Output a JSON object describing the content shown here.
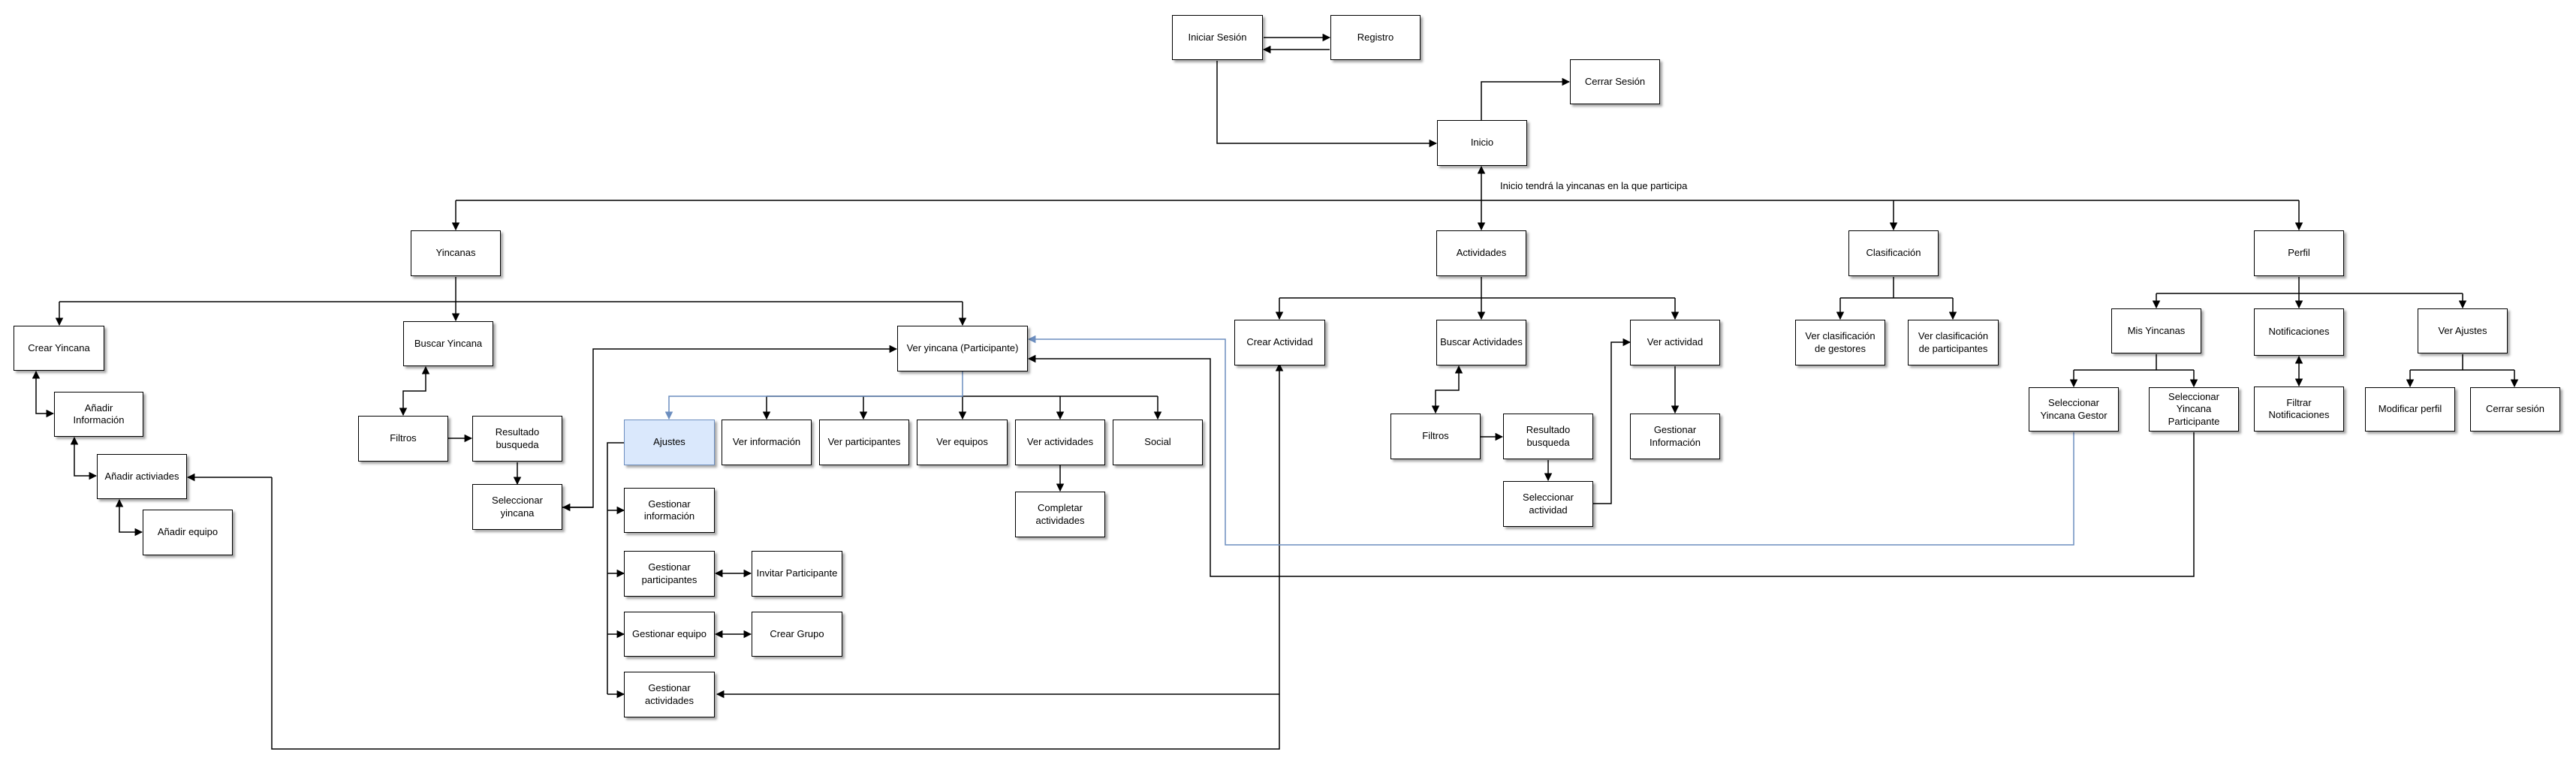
{
  "colors": {
    "edge": "#000000",
    "highlight_edge": "#6c8ebf",
    "highlight_fill": "#dae8fc"
  },
  "nodes": {
    "iniciar_sesion": "Iniciar Sesión",
    "registro": "Registro",
    "cerrar_sesion_top": "Cerrar Sesión",
    "inicio": "Inicio",
    "yincanas": "Yincanas",
    "actividades": "Actividades",
    "clasificacion": "Clasificación",
    "perfil": "Perfil",
    "crear_yincana": "Crear Yincana",
    "anadir_informacion": "Añadir Información",
    "anadir_actividades": "Añadir activiades",
    "anadir_equipo": "Añadir equipo",
    "buscar_yincana": "Buscar Yincana",
    "filtros_y": "Filtros",
    "resultado_busqueda_y": "Resultado busqueda",
    "seleccionar_yincana": "Seleccionar yincana",
    "ver_yincana": "Ver yincana (Participante)",
    "ajustes": "Ajustes",
    "ver_informacion": "Ver información",
    "ver_participantes": "Ver participantes",
    "ver_equipos": "Ver equipos",
    "ver_actividades": "Ver actividades",
    "social": "Social",
    "completar_actividades": "Completar actividades",
    "gestionar_informacion": "Gestionar información",
    "gestionar_participantes": "Gestionar participantes",
    "invitar_participante": "Invitar Participante",
    "gestionar_equipo": "Gestionar equipo",
    "crear_grupo": "Crear Grupo",
    "gestionar_actividades": "Gestionar actividades",
    "crear_actividad": "Crear Actividad",
    "buscar_actividades": "Buscar Actividades",
    "filtros_a": "Filtros",
    "resultado_busqueda_a": "Resultado busqueda",
    "seleccionar_actividad": "Seleccionar actividad",
    "ver_actividad": "Ver actividad",
    "gestionar_informacion_a": "Gestionar Información",
    "ver_clasif_gestores": "Ver clasificación de gestores",
    "ver_clasif_participantes": "Ver clasificación de participantes",
    "mis_yincanas": "Mis Yincanas",
    "notificaciones": "Notificaciones",
    "ver_ajustes": "Ver Ajustes",
    "sel_yincana_gestor": "Seleccionar Yincana Gestor",
    "sel_yincana_participante": "Seleccionar Yincana Participante",
    "filtrar_notificaciones": "Filtrar Notificaciones",
    "modificar_perfil": "Modificar perfil",
    "cerrar_sesion": "Cerrar sesión"
  },
  "annotations": {
    "inicio_note": "Inicio tendrá la yincanas en la que participa"
  }
}
